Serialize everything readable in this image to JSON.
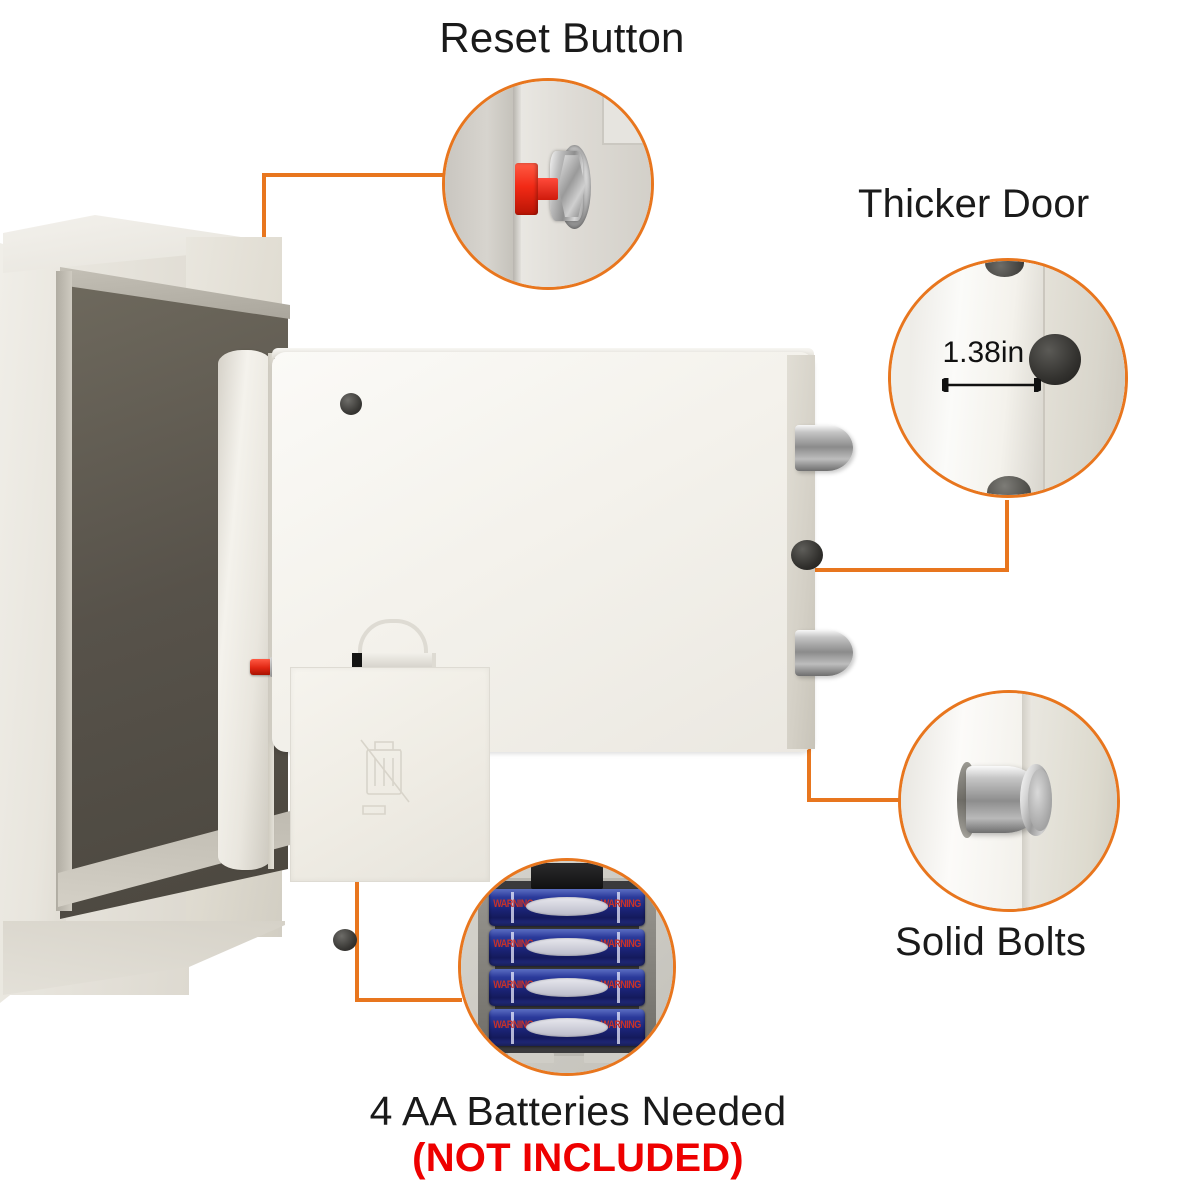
{
  "page": {
    "title": "Safe Box Feature Callout Infographic",
    "background_color": "#ffffff",
    "accent_color": "#e8761e",
    "warning_color": "#ee0000"
  },
  "callouts": [
    {
      "id": "reset-button",
      "label": "Reset Button",
      "label_position": "top-center",
      "detail_icon": "red-reset-button-icon",
      "description_visible": false
    },
    {
      "id": "thicker-door",
      "label": "Thicker Door",
      "label_position": "top-right",
      "measurement": "1.38in",
      "detail_icon": "door-thickness-dimension-icon"
    },
    {
      "id": "solid-bolts",
      "label": "Solid Bolts",
      "label_position": "bottom-right",
      "detail_icon": "chrome-bolt-icon"
    },
    {
      "id": "batteries",
      "label": "4 AA Batteries Needed",
      "sub_label": "(NOT INCLUDED)",
      "label_position": "bottom-center",
      "detail_icon": "aa-battery-compartment-icon",
      "battery_count": 4,
      "battery_color": "#23307f"
    }
  ],
  "product": {
    "name": "wall-safe",
    "door_state": "open",
    "body_color": "#e6e3db",
    "bolt_count": 2,
    "icons": [
      "reset-button-icon",
      "battery-cover-icon",
      "crossed-out-wheelie-bin-icon",
      "bolt-icon",
      "screw-icon",
      "door-hinge-icon"
    ]
  }
}
